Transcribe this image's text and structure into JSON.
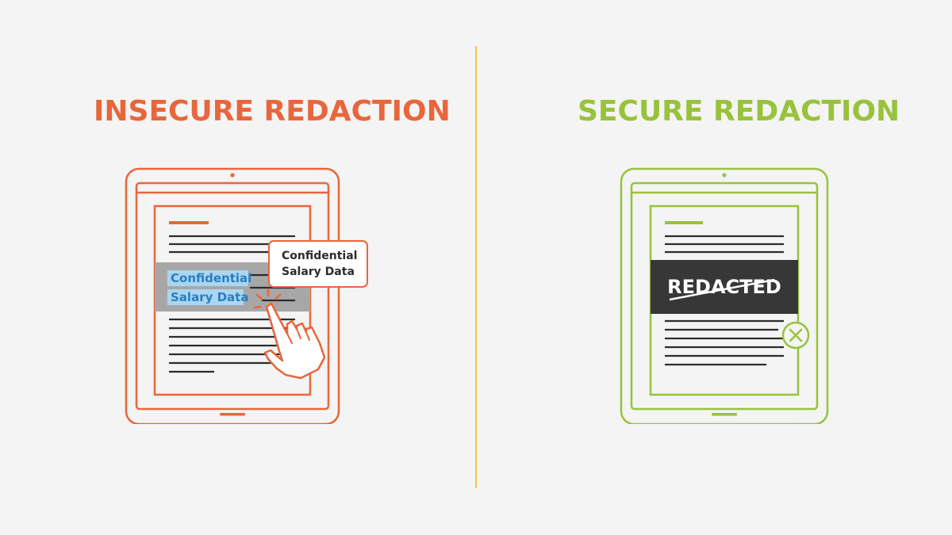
{
  "insecure": {
    "title": "INSECURE REDACTION",
    "highlighted_line_1": "Confidential",
    "highlighted_line_2": "Salary Data",
    "callout_line_1": "Confidential",
    "callout_line_2": "Salary Data"
  },
  "secure": {
    "title": "SECURE REDACTION",
    "redacted_label": "REDACTED"
  },
  "colors": {
    "insecure": "#e8663c",
    "secure": "#99c23c",
    "divider": "#f2c53a",
    "highlight_bg": "#aad6ef",
    "highlight_text": "#2a7ec2",
    "redaction_bar": "#373737",
    "overlay_gray": "#a7a7a7"
  },
  "icons": {
    "hand": "pointing-hand-icon",
    "error": "x-circle-icon"
  }
}
